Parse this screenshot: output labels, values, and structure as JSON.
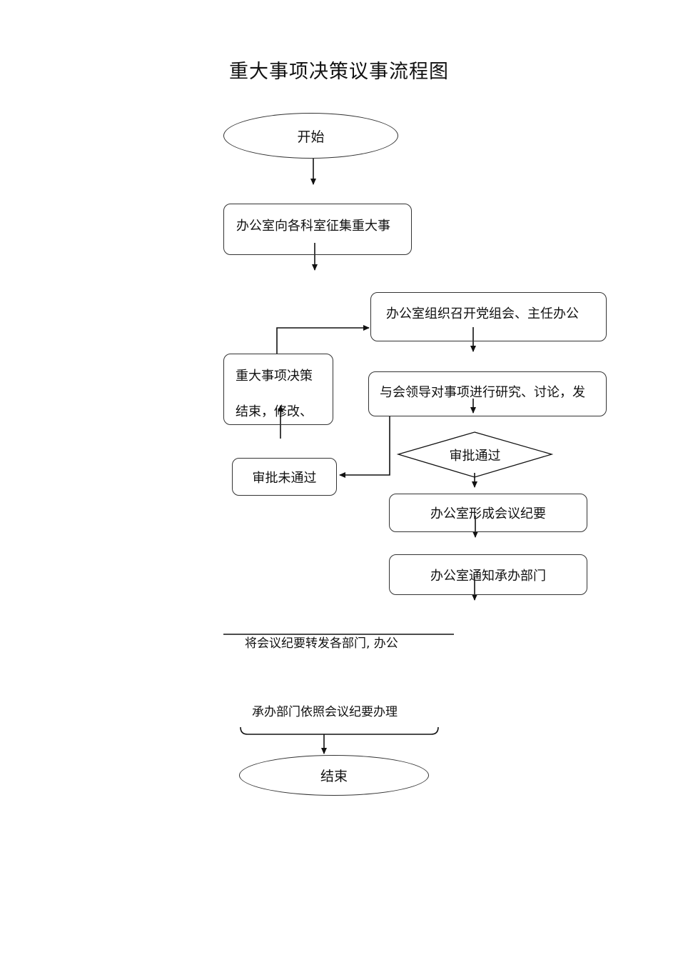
{
  "title": "重大事项决策议事流程图",
  "nodes": {
    "start": "开始",
    "collect": "办公室向各科室征集重大事",
    "convene": "办公室组织召开党组会、主任办公",
    "decision_line1": "重大事项决策",
    "decision_line2": "结束，修改、",
    "discuss": "与会领导对事项进行研究、讨论，发",
    "approved": "审批通过",
    "rejected": "审批未通过",
    "minutes": "办公室形成会议纪要",
    "notify": "办公室通知承办部门",
    "forward": "将会议纪要转发各部门, 办公",
    "handle": "承办部门依照会议纪要办理",
    "end": "结束"
  }
}
